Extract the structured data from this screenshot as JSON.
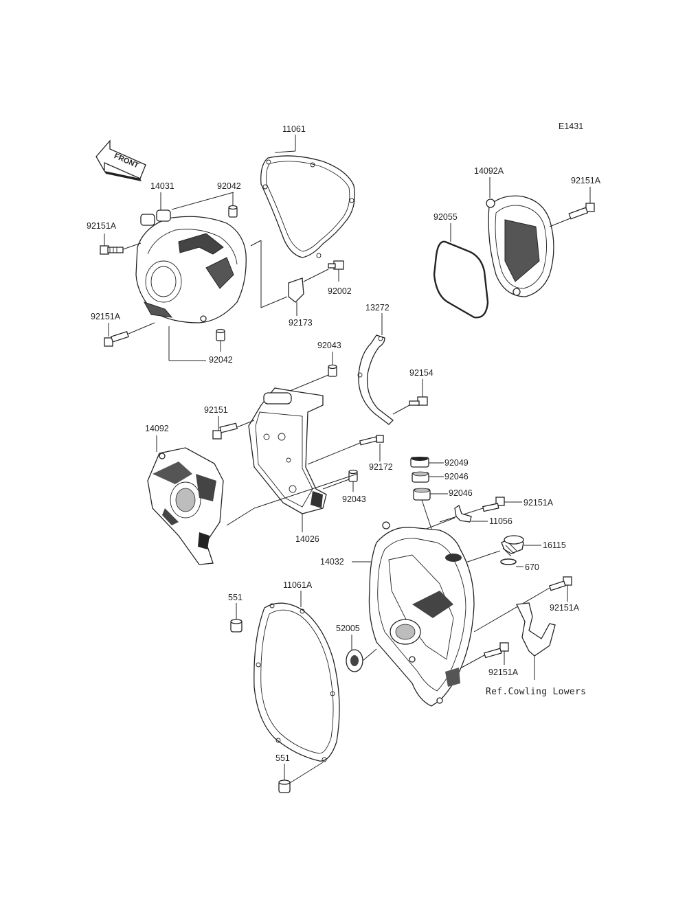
{
  "diagram_code": "E1431",
  "front_arrow_label": "FRONT",
  "parts": {
    "p11061": "11061",
    "p14031": "14031",
    "p92042_top": "92042",
    "p92151A_left_top": "92151A",
    "p92002": "92002",
    "p92173": "92173",
    "p92151A_left_mid": "92151A",
    "p92042_bottom": "92042",
    "p14092A": "14092A",
    "p92151A_right_top": "92151A",
    "p92055": "92055",
    "p13272": "13272",
    "p92043_top": "92043",
    "p92154": "92154",
    "p92151": "92151",
    "p14092": "14092",
    "p92172": "92172",
    "p92049": "92049",
    "p92046_a": "92046",
    "p92046_b": "92046",
    "p92043_bottom": "92043",
    "p92151A_right_mid": "92151A",
    "p11056": "11056",
    "p14026": "14026",
    "p16115": "16115",
    "p14032": "14032",
    "p670": "670",
    "p551_top": "551",
    "p11061A": "11061A",
    "p92151A_right_low": "92151A",
    "p52005": "52005",
    "p92151A_bottom": "92151A",
    "p551_bottom": "551"
  },
  "reference_note": "Ref.Cowling Lowers"
}
